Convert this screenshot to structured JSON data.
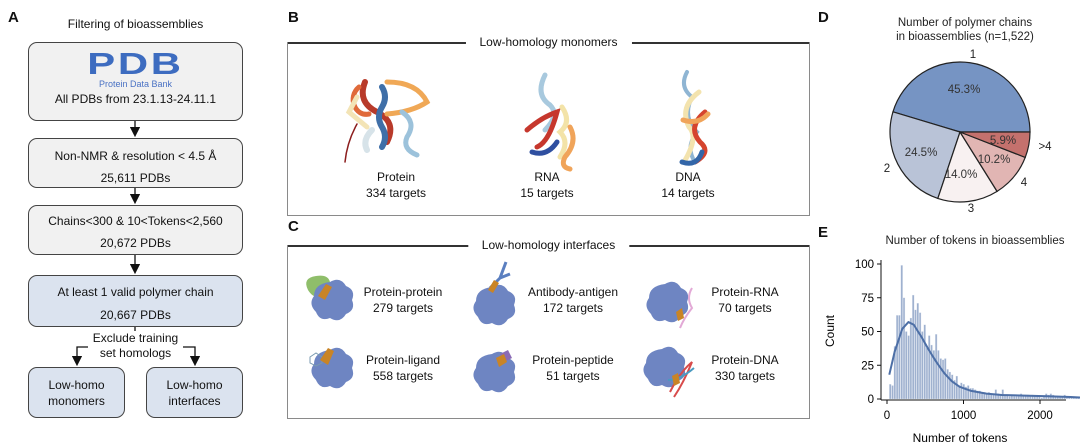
{
  "panel_labels": {
    "a": "A",
    "b": "B",
    "c": "C",
    "d": "D",
    "e": "E"
  },
  "panel_a": {
    "title": "Filtering of bioassemblies",
    "logo_text": "PDB",
    "logo_subtitle": "Protein Data Bank",
    "steps": [
      {
        "line1": "All PDBs from 23.1.13-24.11.1"
      },
      {
        "line1": "Non-NMR & resolution < 4.5 Å",
        "line2": "25,611 PDBs"
      },
      {
        "line1": "Chains<300 & 10<Tokens<2,560",
        "line2": "20,672 PDBs"
      },
      {
        "line1": "At least 1 valid polymer chain",
        "line2": "20,667 PDBs"
      }
    ],
    "split_label_line1": "Exclude training",
    "split_label_line2": "set homologs",
    "outputs": [
      {
        "line1": "Low-homo",
        "line2": "monomers"
      },
      {
        "line1": "Low-homo",
        "line2": "interfaces"
      }
    ]
  },
  "panel_b": {
    "title": "Low-homology monomers",
    "items": [
      {
        "name": "Protein",
        "count": "334 targets"
      },
      {
        "name": "RNA",
        "count": "15 targets"
      },
      {
        "name": "DNA",
        "count": "14 targets"
      }
    ]
  },
  "panel_c": {
    "title": "Low-homology interfaces",
    "items": [
      {
        "name": "Protein-protein",
        "count": "279 targets"
      },
      {
        "name": "Antibody-antigen",
        "count": "172 targets"
      },
      {
        "name": "Protein-RNA",
        "count": "70 targets"
      },
      {
        "name": "Protein-ligand",
        "count": "558 targets"
      },
      {
        "name": "Protein-peptide",
        "count": "51 targets"
      },
      {
        "name": "Protein-DNA",
        "count": "330 targets"
      }
    ]
  },
  "chart_data": [
    {
      "type": "pie",
      "title_line1": "Number of polymer chains",
      "title_line2": "in bioassemblies (n=1,522)",
      "categories": [
        "1",
        "2",
        "3",
        "4",
        ">4"
      ],
      "values": [
        45.3,
        24.5,
        14.0,
        10.2,
        5.9
      ],
      "value_labels": [
        "45.3%",
        "24.5%",
        "14.0%",
        "10.2%",
        "5.9%"
      ],
      "colors": [
        "#7694c3",
        "#b9c3d7",
        "#f8f1f1",
        "#e1b5b3",
        "#c4716d"
      ]
    },
    {
      "type": "bar",
      "subtype": "histogram_with_kde",
      "title": "Number of tokens in bioassemblies",
      "xlabel": "Number of tokens",
      "ylabel": "Count",
      "xlim": [
        0,
        2600
      ],
      "ylim": [
        0,
        100
      ],
      "xticks": [
        "0",
        "1000",
        "2000"
      ],
      "yticks": [
        "0",
        "25",
        "50",
        "75",
        "100"
      ],
      "bin_width": 30,
      "bin_starts_from": 30,
      "values": [
        11,
        10,
        39,
        62,
        62,
        99,
        75,
        50,
        47,
        60,
        77,
        66,
        71,
        64,
        50,
        55,
        38,
        47,
        40,
        36,
        48,
        36,
        30,
        29,
        30,
        22,
        20,
        18,
        14,
        17,
        10,
        12,
        11,
        9,
        10,
        8,
        8,
        7,
        6,
        6,
        5,
        5,
        4,
        5,
        4,
        3,
        7,
        4,
        3,
        7,
        3,
        3,
        2,
        3,
        2,
        2,
        2,
        4,
        2,
        3,
        3,
        2,
        3,
        2,
        2,
        2,
        1,
        2,
        4,
        3,
        4,
        3,
        2,
        2,
        2,
        2,
        3,
        2,
        2,
        2,
        1,
        1,
        1,
        1
      ],
      "kde": {
        "x": [
          30,
          100,
          200,
          280,
          350,
          450,
          550,
          650,
          750,
          850,
          950,
          1100,
          1300,
          1500,
          1800,
          2100,
          2400,
          2550
        ],
        "y": [
          18,
          35,
          52,
          57,
          55,
          46,
          36,
          27,
          19,
          13,
          9,
          6,
          4,
          3,
          2.5,
          2,
          1.5,
          1
        ]
      },
      "bar_color": "#9fb1cf",
      "line_color": "#4d6fa6"
    }
  ]
}
